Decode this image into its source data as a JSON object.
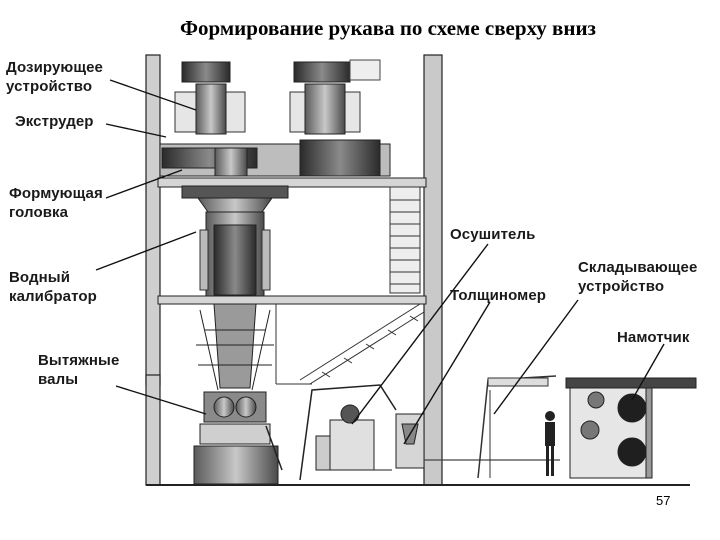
{
  "slide": {
    "title": "Формирование рукава по схеме сверху вниз",
    "page_number": "57"
  },
  "labels": {
    "dosing_device": "Дозирующее\nустройство",
    "extruder": "Экструдер",
    "forming_head": "Формующая\nголовка",
    "water_calibrator": "Водный\nкалибратор",
    "pull_rolls": "Вытяжные\nвалы",
    "dryer": "Осушитель",
    "thickness_gauge": "Толщиномер",
    "folding_device": "Складывающее\nустройство",
    "winder": "Намотчик"
  }
}
